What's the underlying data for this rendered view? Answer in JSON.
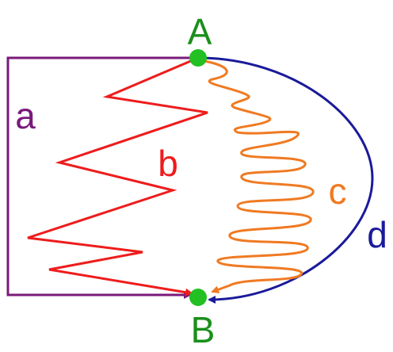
{
  "nodes": [
    {
      "id": "A",
      "label": "A",
      "color": "#1a8f1a"
    },
    {
      "id": "B",
      "label": "B",
      "color": "#1a8f1a"
    }
  ],
  "paths": [
    {
      "id": "a",
      "label": "a",
      "color": "#7a1a7a",
      "from": "A",
      "to": "B"
    },
    {
      "id": "b",
      "label": "b",
      "color": "#ee1c1c",
      "from": "A",
      "to": "B"
    },
    {
      "id": "c",
      "label": "c",
      "color": "#f07a22",
      "from": "A",
      "to": "B"
    },
    {
      "id": "d",
      "label": "d",
      "color": "#1a1a9a",
      "from": "A",
      "to": "B"
    }
  ],
  "colors": {
    "node_fill": "#22c022",
    "background": "#ffffff"
  }
}
